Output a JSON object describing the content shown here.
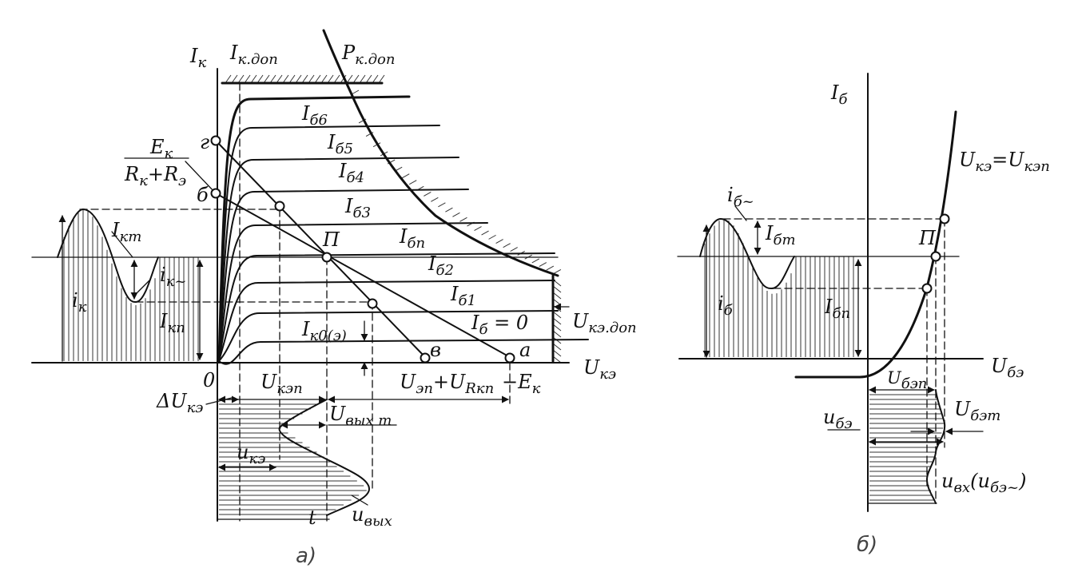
{
  "left_panel": {
    "caption": "а)",
    "axis_y": "I",
    "axis_y_sub": "к",
    "axis_x": "U",
    "axis_x_sub": "кэ",
    "origin": "0",
    "i_k_dop": "I",
    "i_k_dop_sub": "к.доп",
    "p_k_dop": "P",
    "p_k_dop_sub": "к.доп",
    "u_ke_dop": "U",
    "u_ke_dop_sub": "кэ.доп",
    "ek_num": "E",
    "ek_num_sub": "к",
    "ek_den": "R",
    "ek_den_sub1": "к",
    "ek_den_plus": "+R",
    "ek_den_sub2": "э",
    "neg_ek": "−E",
    "neg_ek_sub": "к",
    "point_g": "г",
    "point_b": "б",
    "point_p": "П",
    "point_v": "в",
    "point_a": "а",
    "curves": [
      {
        "label": "I",
        "sub": "б6"
      },
      {
        "label": "I",
        "sub": "б5"
      },
      {
        "label": "I",
        "sub": "б4"
      },
      {
        "label": "I",
        "sub": "б3"
      },
      {
        "label": "I",
        "sub": "бп"
      },
      {
        "label": "I",
        "sub": "б2"
      },
      {
        "label": "I",
        "sub": "б1"
      },
      {
        "label": "I",
        "sub": "б",
        "suffix": " = 0"
      }
    ],
    "i_km": "I",
    "i_km_sub": "кm",
    "i_k_ac": "i",
    "i_k_ac_sub": "к~",
    "i_k": "i",
    "i_k_sub": "к",
    "i_kp": "I",
    "i_kp_sub": "кп",
    "i_k0": "I",
    "i_k0_sub": "к0(э)",
    "u_kep": "U",
    "u_kep_sub": "кэп",
    "u_ep_rkp": "U",
    "u_ep_rkp_sub1": "эп",
    "u_ep_rkp_plus": "+U",
    "u_ep_rkp_sub2": "Rкп",
    "delta_u": "ΔU",
    "delta_u_sub": "кэ",
    "u_out_m": "U",
    "u_out_m_sub": "вых m",
    "u_ke_t": "u",
    "u_ke_t_sub": "кэ",
    "time": "t",
    "u_out": "u",
    "u_out_sub": "вых"
  },
  "right_panel": {
    "caption": "б)",
    "axis_y": "I",
    "axis_y_sub": "б",
    "axis_x": "U",
    "axis_x_sub": "бэ",
    "curve_label": "U",
    "curve_label_sub1": "кэ",
    "curve_label_eq": "=U",
    "curve_label_sub2": "кэп",
    "point_p": "П",
    "i_b_ac": "i",
    "i_b_ac_sub": "б~",
    "i_bm": "I",
    "i_bm_sub": "бm",
    "i_b": "i",
    "i_b_sub": "б",
    "i_bp": "I",
    "i_bp_sub": "бп",
    "u_bep": "U",
    "u_bep_sub": "бэп",
    "u_bem": "U",
    "u_bem_sub": "бэm",
    "u_be": "u",
    "u_be_sub": "бэ",
    "u_in": "u",
    "u_in_sub": "вх",
    "u_in_paren": "(u",
    "u_in_paren_sub": "бэ~",
    "u_in_close": ")"
  }
}
